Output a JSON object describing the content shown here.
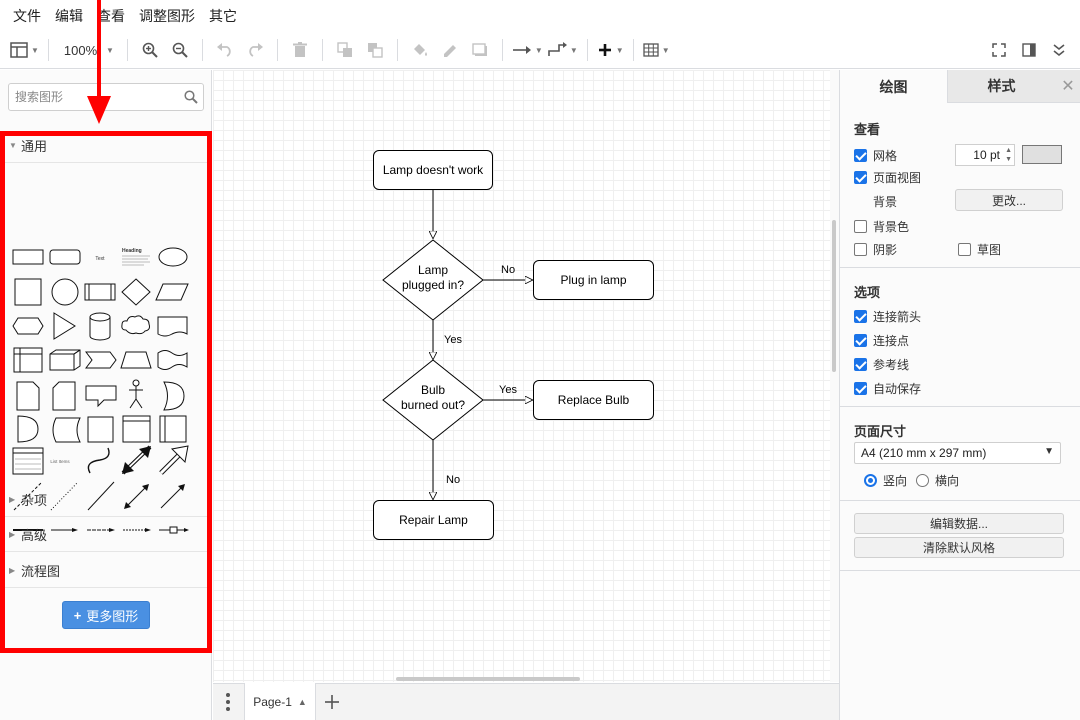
{
  "menubar": [
    "文件",
    "编辑",
    "查看",
    "调整图形",
    "其它"
  ],
  "toolbar": {
    "zoom": "100%"
  },
  "left_panel": {
    "search_placeholder": "搜索图形",
    "sections": {
      "general": "通用",
      "misc": "杂项",
      "advanced": "高级",
      "flowchart": "流程图"
    },
    "more_shapes": "更多图形",
    "shape_text": {
      "text": "Text",
      "heading": "Heading",
      "list_items": "List Items"
    },
    "highlight_color": "#ff0000"
  },
  "diagram": {
    "nodes": {
      "n1": "Lamp doesn't work",
      "d1_line1": "Lamp",
      "d1_line2": "plugged in?",
      "n2": "Plug in lamp",
      "d2_line1": "Bulb",
      "d2_line2": "burned out?",
      "n3": "Replace Bulb",
      "n4": "Repair Lamp"
    },
    "edges": {
      "e1": "No",
      "e2": "Yes",
      "e3": "Yes",
      "e4": "No"
    }
  },
  "page_tabs": {
    "current": "Page-1"
  },
  "right_panel": {
    "tabs": {
      "draw": "绘图",
      "style": "样式"
    },
    "view": {
      "title": "查看",
      "grid": "网格",
      "grid_size": "10 pt",
      "page_view": "页面视图",
      "background": "背景",
      "change": "更改...",
      "bg_color": "背景色",
      "shadow": "阴影",
      "sketch": "草图"
    },
    "options": {
      "title": "选项",
      "connection_arrows": "连接箭头",
      "connection_points": "连接点",
      "guides": "参考线",
      "autosave": "自动保存"
    },
    "page_size": {
      "title": "页面尺寸",
      "selected": "A4 (210 mm x 297 mm)",
      "portrait": "竖向",
      "landscape": "横向"
    },
    "edit_data": "编辑数据...",
    "clear_style": "清除默认风格"
  },
  "colors": {
    "accent": "#1a73e8",
    "button": "#4a90e2",
    "highlight": "#ff0000"
  }
}
